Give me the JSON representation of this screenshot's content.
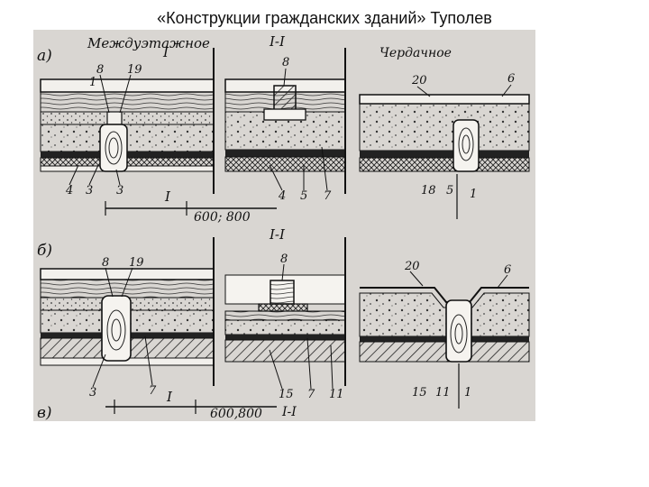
{
  "slide": {
    "title": "«Конструкции гражданских зданий» Туполев"
  },
  "figure": {
    "section_labels": {
      "a": "а)",
      "b": "б)",
      "c": "в)"
    },
    "headings": {
      "interfloor": "Междуэтажное",
      "section_a": "I-I",
      "section_b": "I-I",
      "section_c": "I-I",
      "attic": "Чердачное"
    },
    "cut_marks": {
      "a": "I",
      "a_bottom": "I",
      "b_bottom": "I"
    },
    "dimensions": {
      "a": "600; 800",
      "b": "600,800"
    },
    "callouts_a": [
      "8",
      "19",
      "1",
      "8",
      "20",
      "6"
    ],
    "callouts_a_bottom": [
      "4",
      "3",
      "3",
      "4",
      "5",
      "7",
      "18",
      "5",
      "1"
    ],
    "callouts_b": [
      "8",
      "19",
      "8",
      "20",
      "6"
    ],
    "callouts_b_bottom": [
      "3",
      "7",
      "15",
      "7",
      "11",
      "15",
      "11",
      "1"
    ]
  }
}
